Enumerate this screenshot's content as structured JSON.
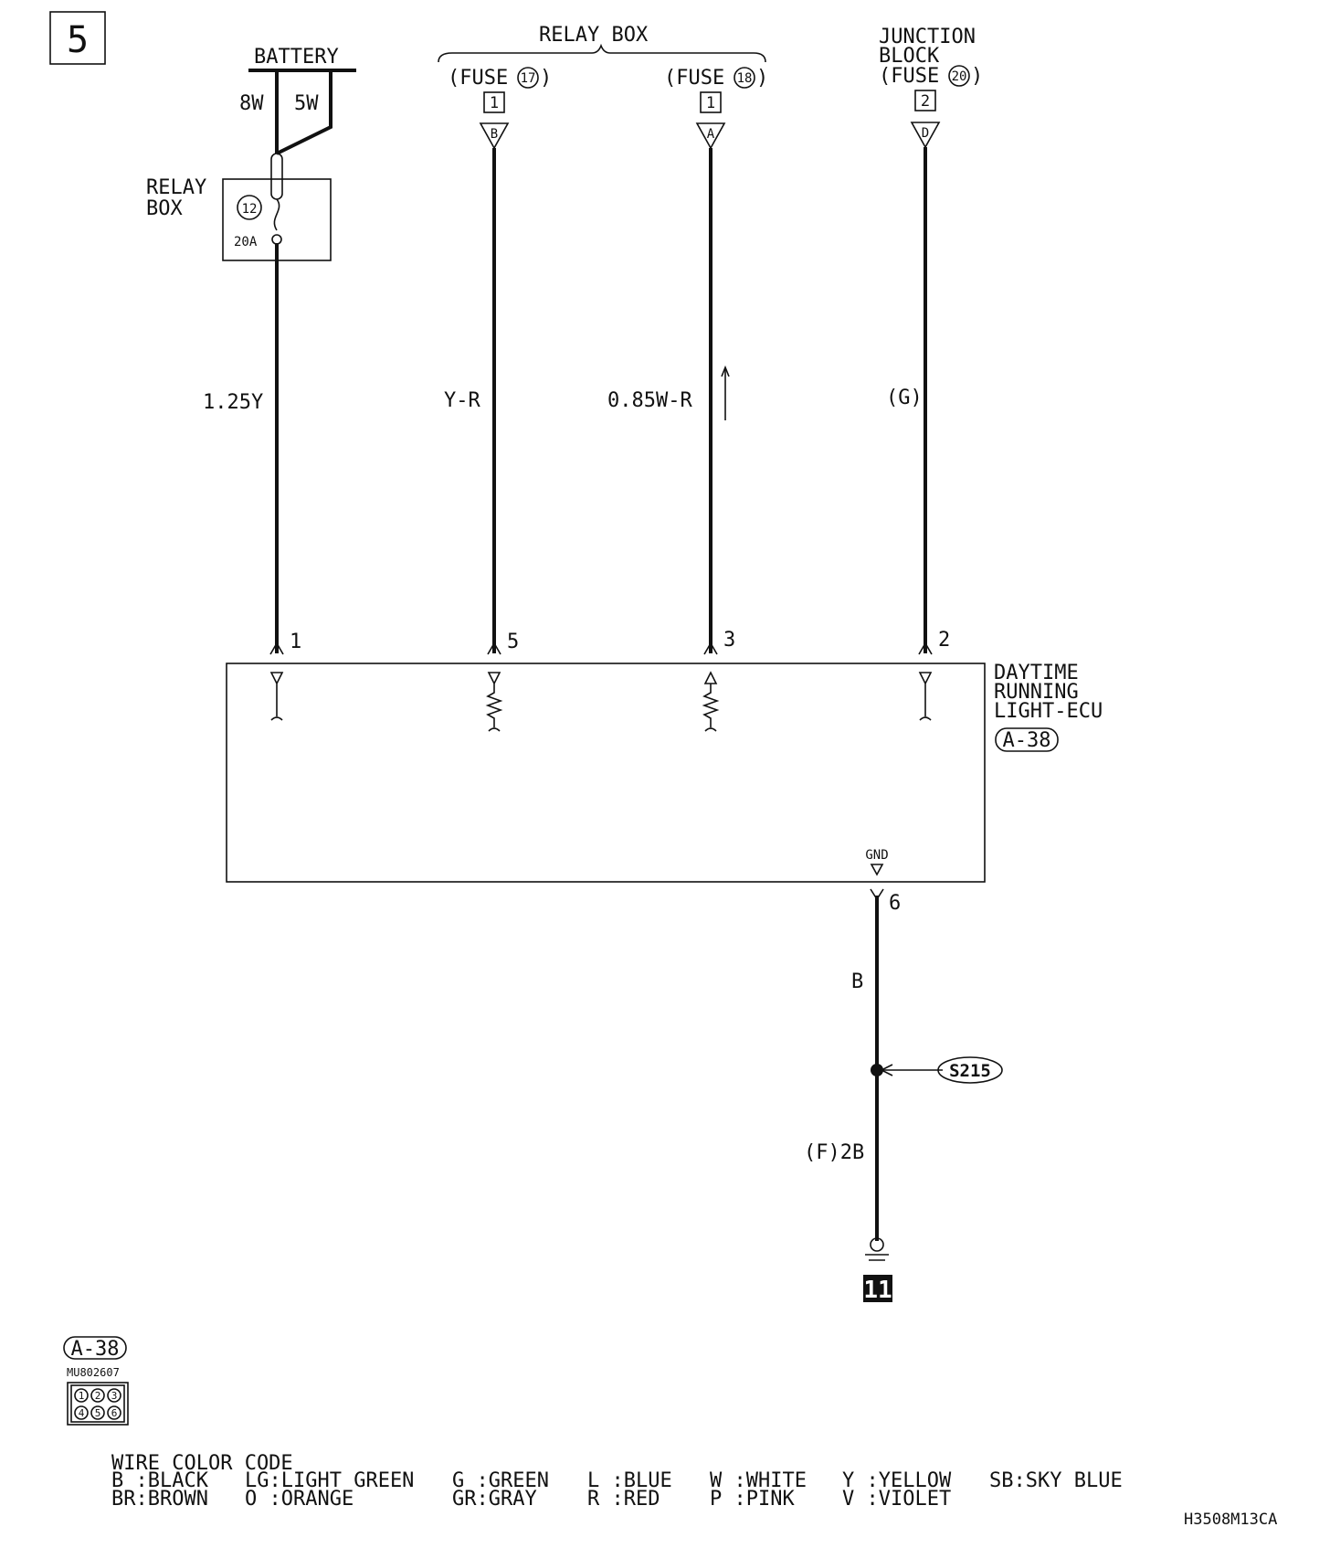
{
  "page_number": "5",
  "battery": {
    "label": "BATTERY",
    "wire_a": "8W",
    "wire_b": "5W"
  },
  "relay_box_fuse": {
    "label_line1": "RELAY",
    "label_line2": "BOX",
    "fuse_no": "12",
    "rating": "20A"
  },
  "relay_box_top": {
    "label": "RELAY BOX"
  },
  "fuse17": {
    "prefix": "(FUSE",
    "num": "17",
    "suffix": ")",
    "connector": "1",
    "pin": "B"
  },
  "fuse18": {
    "prefix": "(FUSE",
    "num": "18",
    "suffix": ")",
    "connector": "1",
    "pin": "A"
  },
  "junction": {
    "line1": "JUNCTION",
    "line2": "BLOCK",
    "prefix": "(FUSE",
    "num": "20",
    "suffix": ")",
    "connector": "2",
    "pin": "D"
  },
  "wires": {
    "w1": {
      "label": "1.25Y",
      "pin": "1"
    },
    "w5": {
      "label": "Y-R",
      "pin": "5"
    },
    "w3": {
      "label": "0.85W-R",
      "pin": "3"
    },
    "w2": {
      "label": "(G)",
      "pin": "2"
    },
    "gnd": {
      "label": "B",
      "pin": "6",
      "terminal": "GND"
    },
    "gnd2": {
      "label": "(F)2B"
    }
  },
  "ecu": {
    "line1": "DAYTIME",
    "line2": "RUNNING",
    "line3": "LIGHT-ECU",
    "connector": "A-38"
  },
  "splice": "S215",
  "ground_point": "11",
  "connector_view": {
    "label": "A-38",
    "part_no": "MU802607",
    "pins": [
      "1",
      "2",
      "3",
      "4",
      "5",
      "6"
    ]
  },
  "color_code": {
    "title": "WIRE COLOR CODE",
    "row1": [
      "B :BLACK",
      "LG:LIGHT GREEN",
      "G :GREEN",
      "L :BLUE",
      "W :WHITE",
      "Y :YELLOW",
      "SB:SKY BLUE"
    ],
    "row2": [
      "BR:BROWN",
      "O :ORANGE",
      "GR:GRAY",
      "R :RED",
      "P :PINK",
      "V :VIOLET"
    ]
  },
  "drawing_code": "H3508M13CA"
}
